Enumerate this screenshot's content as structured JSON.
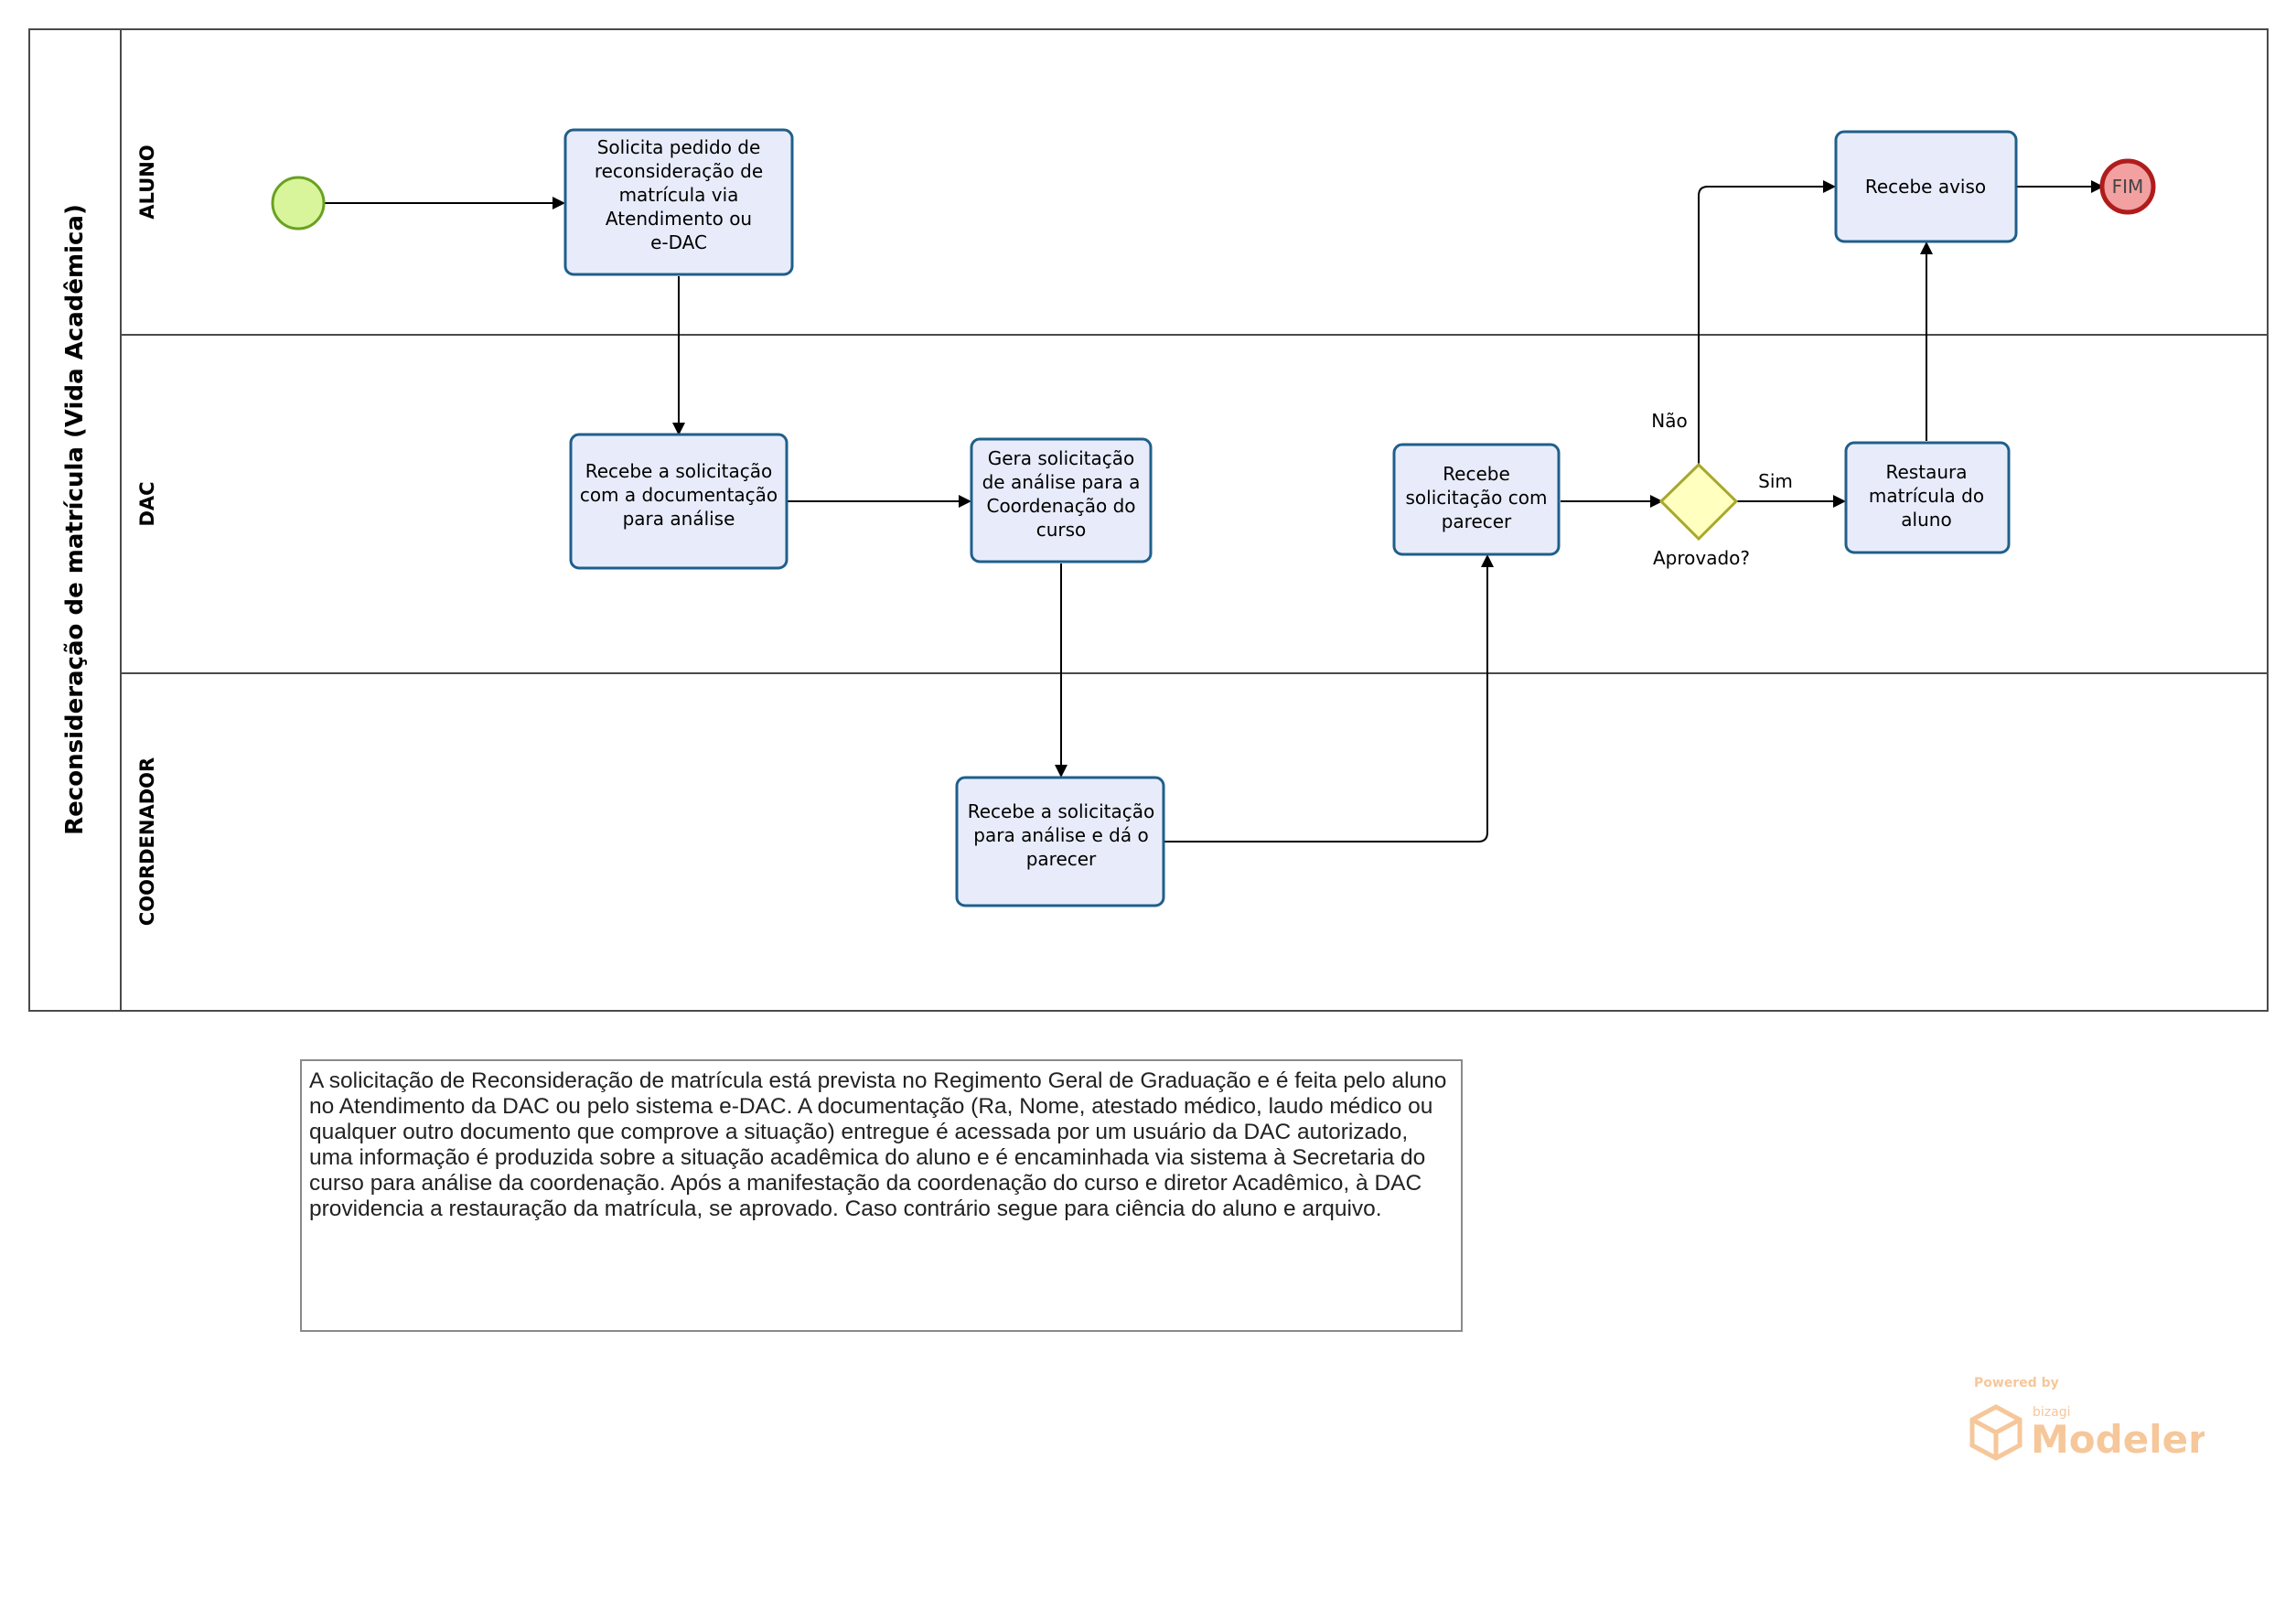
{
  "pool": {
    "title": "Reconsideração  de  matrícula   (Vida Acadêmica)"
  },
  "lanes": [
    {
      "id": "aluno",
      "label": "ALUNO"
    },
    {
      "id": "dac",
      "label": "DAC"
    },
    {
      "id": "coordenador",
      "label": "COORDENADOR"
    }
  ],
  "start_event": {
    "label": ""
  },
  "end_event": {
    "label": "FIM"
  },
  "tasks": [
    {
      "id": "t1",
      "lines": [
        "Solicita pedido de",
        "reconsideração de",
        "matrícula via",
        "Atendimento ou",
        "e-DAC"
      ]
    },
    {
      "id": "t2",
      "lines": [
        "Recebe a solicitação",
        "com a documentação",
        "para análise"
      ]
    },
    {
      "id": "t3",
      "lines": [
        "Gera solicitação",
        "de análise para a",
        "Coordenação do",
        "curso"
      ]
    },
    {
      "id": "t4",
      "lines": [
        "Recebe a solicitação",
        "para análise e dá o",
        "parecer"
      ]
    },
    {
      "id": "t5",
      "lines": [
        "Recebe",
        "solicitação com",
        "parecer"
      ]
    },
    {
      "id": "t6",
      "lines": [
        "Restaura",
        "matrícula do",
        "aluno"
      ]
    },
    {
      "id": "t7",
      "lines": [
        "Recebe aviso"
      ]
    }
  ],
  "gateway": {
    "label": "Aprovado?"
  },
  "flow_labels": {
    "yes": "Sim",
    "no": "Não"
  },
  "note": {
    "text": "A solicitação de Reconsideração de matrícula está prevista no Regimento Geral de Graduação e é feita pelo aluno no Atendimento da DAC ou pelo sistema e-DAC. A documentação (Ra, Nome, atestado médico, laudo médico ou qualquer outro documento que comprove a situação) entregue é acessada por um usuário da DAC autorizado, uma informação é produzida sobre a situação acadêmica do aluno e é encaminhada via sistema à Secretaria do curso para análise da coordenação. Após a manifestação da coordenação do curso e diretor Acadêmico, à DAC providencia a restauração da matrícula, se aprovado. Caso contrário segue para ciência do aluno e arquivo."
  },
  "watermark": {
    "powered": "Powered by",
    "brand": "bizagi",
    "product": "Modeler"
  },
  "colors": {
    "task_fill": "#e8ecfa",
    "task_stroke": "#1f5f8b",
    "start_fill": "#d9f59b",
    "start_stroke": "#6aa121",
    "end_fill": "#f2a0a0",
    "end_stroke": "#b01c1c",
    "gateway_fill": "#ffffc0",
    "gateway_stroke": "#a8a82c",
    "watermark": "#f6c79a"
  }
}
